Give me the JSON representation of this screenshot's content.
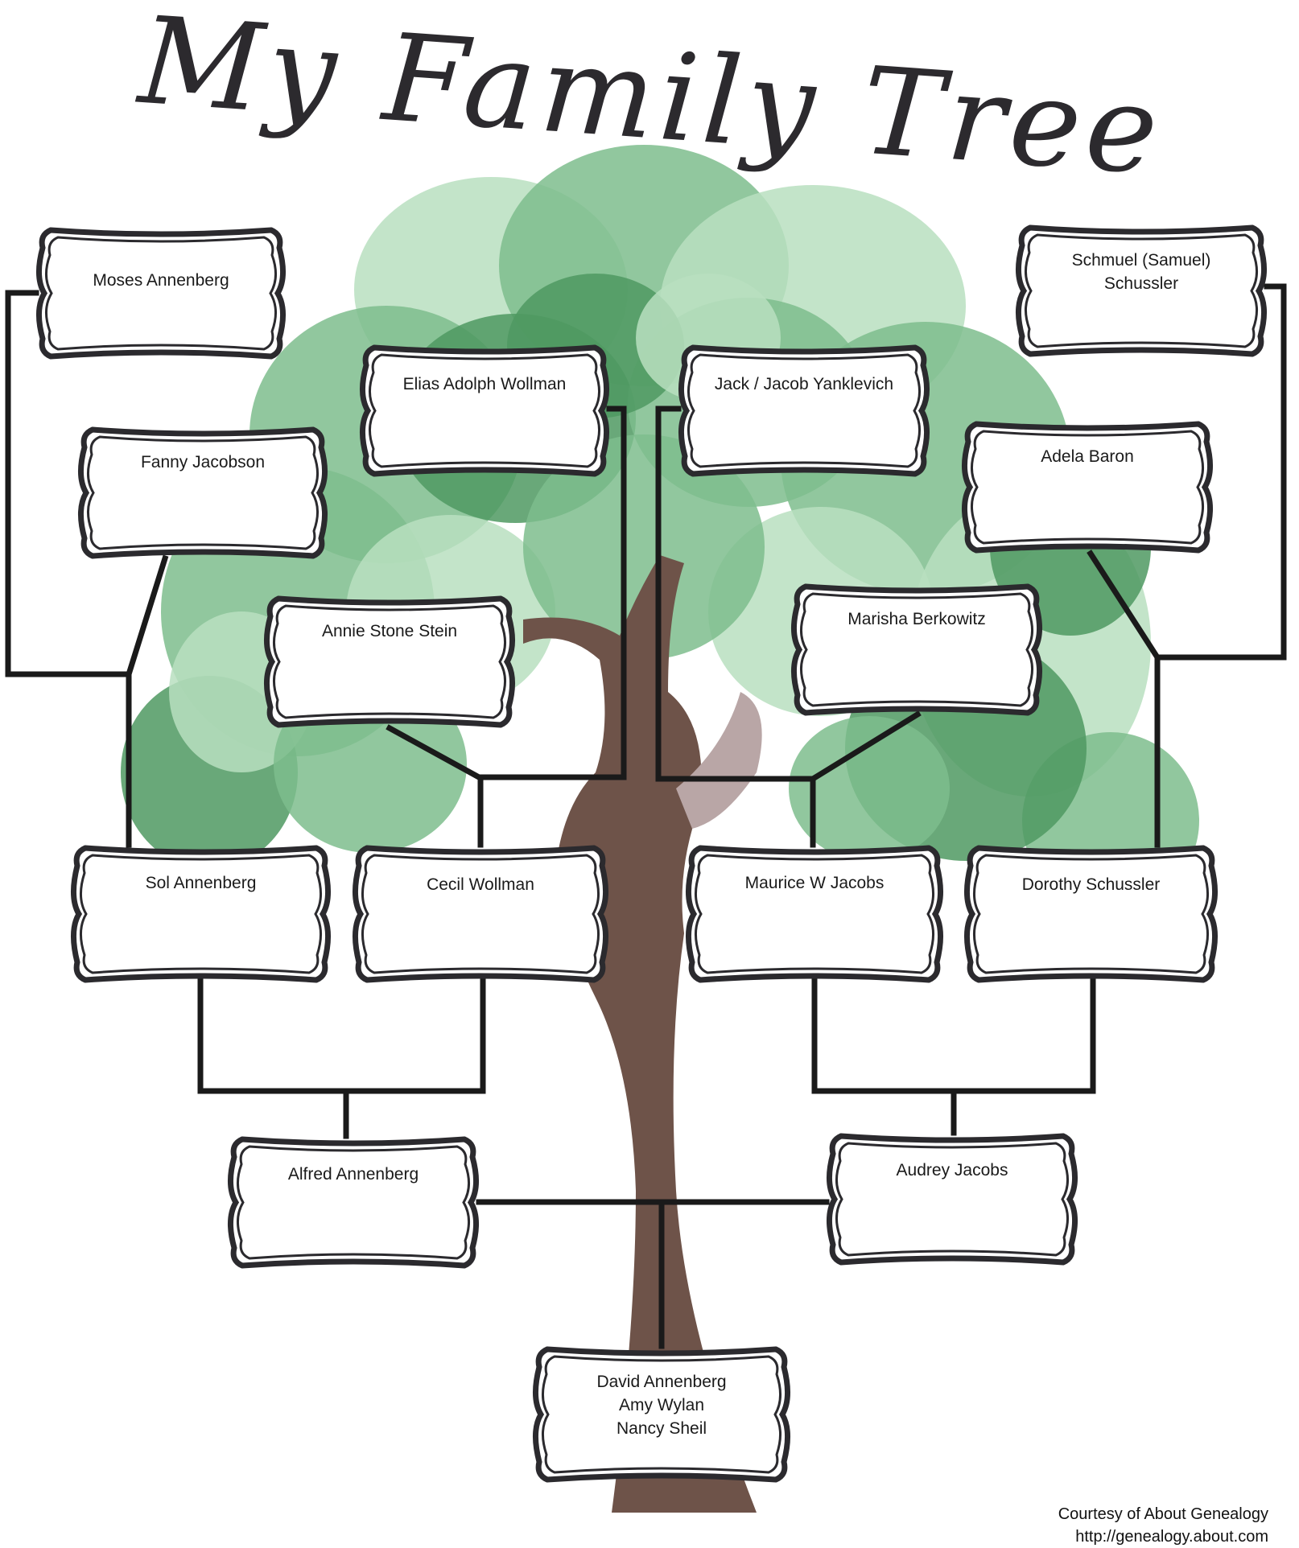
{
  "title": "My Family Tree",
  "colors": {
    "foliage_dark": "#4f9962",
    "foliage_mid": "#7ebd8d",
    "foliage_light": "#b8dfc0",
    "trunk": "#6e5349",
    "trunk_light": "#b9a6a6",
    "frame": "#2b2a2e",
    "connector": "#1a1a1a"
  },
  "people": {
    "moses": {
      "lines": [
        "Moses Annenberg"
      ]
    },
    "schmuel": {
      "lines": [
        "Schmuel (Samuel)",
        "Schussler"
      ]
    },
    "elias": {
      "lines": [
        "Elias Adolph Wollman"
      ]
    },
    "jack": {
      "lines": [
        "Jack / Jacob Yanklevich"
      ]
    },
    "fanny": {
      "lines": [
        "Fanny Jacobson"
      ]
    },
    "adela": {
      "lines": [
        "Adela Baron"
      ]
    },
    "annie": {
      "lines": [
        "Annie Stone Stein"
      ]
    },
    "marisha": {
      "lines": [
        "Marisha Berkowitz"
      ]
    },
    "sol": {
      "lines": [
        "Sol Annenberg"
      ]
    },
    "cecil": {
      "lines": [
        "Cecil Wollman"
      ]
    },
    "maurice": {
      "lines": [
        "Maurice W Jacobs"
      ]
    },
    "dorothy": {
      "lines": [
        "Dorothy Schussler"
      ]
    },
    "alfred": {
      "lines": [
        "Alfred Annenberg"
      ]
    },
    "audrey": {
      "lines": [
        "Audrey Jacobs"
      ]
    },
    "david": {
      "lines": [
        "David Annenberg",
        "Amy Wylan",
        "Nancy Sheil"
      ]
    }
  },
  "credit": {
    "line1": "Courtesy of About Genealogy",
    "line2": "http://genealogy.about.com"
  }
}
